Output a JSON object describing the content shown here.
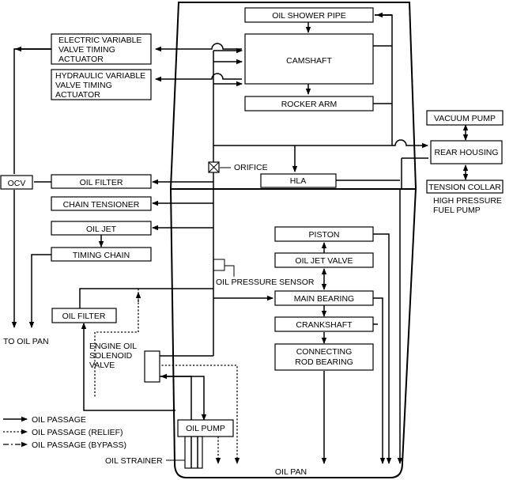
{
  "labels": {
    "oil_shower_pipe": "OIL SHOWER PIPE",
    "camshaft": "CAMSHAFT",
    "rocker_arm": "ROCKER ARM",
    "electric_vvt": [
      "ELECTRIC VARIABLE",
      "VALVE TIMING",
      "ACTUATOR"
    ],
    "hydraulic_vvt": [
      "HYDRAULIC VARIABLE",
      "VALVE TIMING",
      "ACTUATOR"
    ],
    "vacuum_pump": "VACUUM PUMP",
    "rear_housing": "REAR HOUSING",
    "tension_collar": "TENSION COLLAR",
    "hp_fuel_pump": [
      "HIGH PRESSURE",
      "FUEL PUMP"
    ],
    "orifice": "ORIFICE",
    "hla": "HLA",
    "ocv": "OCV",
    "oil_filter_top": "OIL FILTER",
    "chain_tensioner": "CHAIN TENSIONER",
    "oil_jet": "OIL JET",
    "timing_chain": "TIMING CHAIN",
    "to_oil_pan": "TO OIL PAN",
    "piston": "PISTON",
    "oil_jet_valve": "OIL JET VALVE",
    "oil_pressure_sensor": "OIL PRESSURE SENSOR",
    "main_bearing": "MAIN BEARING",
    "crankshaft": "CRANKSHAFT",
    "connecting_rod_bearing": [
      "CONNECTING",
      "ROD BEARING"
    ],
    "oil_filter_bottom": "OIL FILTER",
    "engine_oil_solenoid_valve": [
      "ENGINE OIL",
      "SOLENOID",
      "VALVE"
    ],
    "oil_pump": "OIL PUMP",
    "oil_strainer": "OIL STRAINER",
    "oil_pan": "OIL PAN"
  },
  "legend": {
    "oil_passage": "OIL PASSAGE",
    "oil_passage_relief": "OIL PASSAGE (RELIEF)",
    "oil_passage_bypass": "OIL PASSAGE (BYPASS)"
  }
}
